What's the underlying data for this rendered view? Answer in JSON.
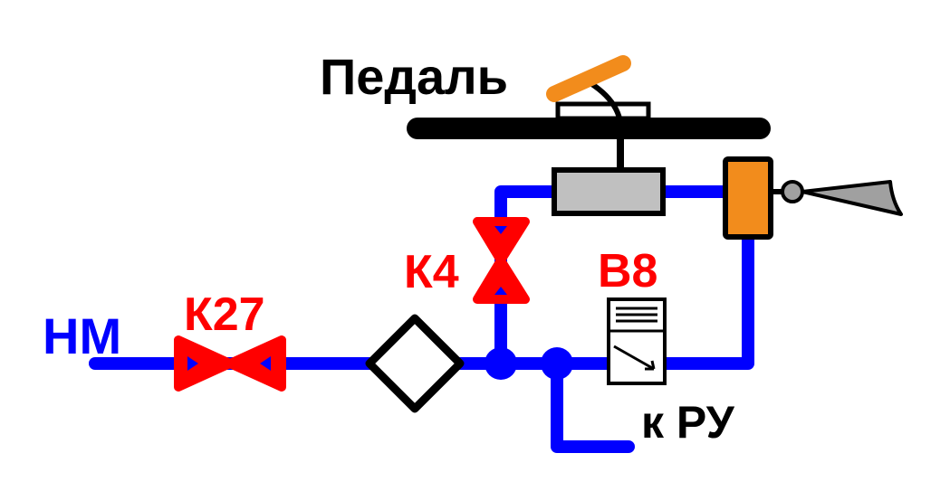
{
  "labels": {
    "pedal": "Педаль",
    "inlet": "НМ",
    "valve_k27": "К27",
    "valve_k4": "К4",
    "valve_b8": "В8",
    "outlet": "к РУ"
  },
  "colors": {
    "pipe": "#0000ff",
    "valve": "#ff0000",
    "valve_arrow": "#0000ff",
    "pedal_lever": "#f28c1c",
    "actuator": "#f28c1c",
    "cylinder": "#c0c0c0",
    "bar": "#000000",
    "horn": "#a0a0a0",
    "text_dark": "#000000",
    "text_red": "#ff0000",
    "text_blue": "#0000ff"
  },
  "icons": {
    "valve": "double-triangle-valve-icon",
    "filter": "diamond-filter-icon",
    "pedal": "pedal-lever-icon",
    "horn": "horn-icon",
    "solenoid": "solenoid-valve-icon"
  }
}
